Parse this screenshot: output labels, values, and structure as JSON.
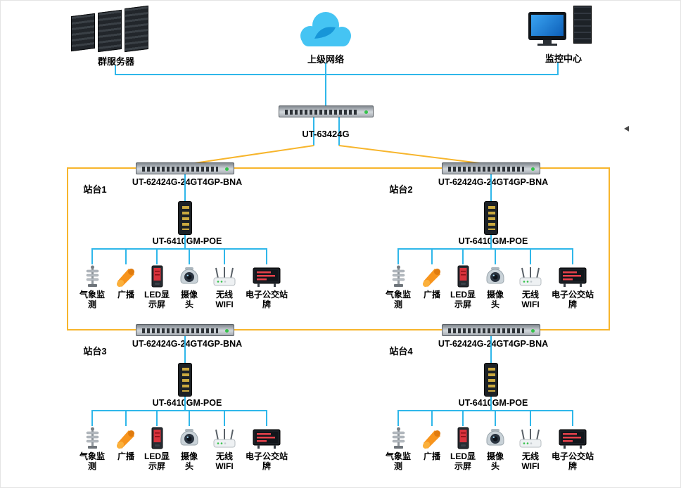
{
  "colors": {
    "link_cyan": "#2fb7ea",
    "ring_yellow": "#f7b52c",
    "speaker_orange": "#f7941d",
    "led_red": "#d8323c",
    "screen_blue": "#1a7fd4"
  },
  "top": {
    "servers_label": "群服务器",
    "cloud_label": "上级网络",
    "monitor_label": "监控中心",
    "core_switch_label": "UT-63424G"
  },
  "icons": {
    "cloud": "cloud-icon",
    "servers": "server-cluster-icon",
    "monitor": "monitor-center-icon",
    "weather": "weather-station-icon",
    "speaker": "broadcast-speaker-icon",
    "led": "led-display-icon",
    "camera": "dome-camera-icon",
    "wifi": "wifi-router-icon",
    "bus_sign": "bus-stop-sign-icon"
  },
  "stations": [
    {
      "name": "站台1",
      "switch_label": "UT-62424G-24GT4GP-BNA",
      "poe_label": "UT-6410GM-POE",
      "devices": [
        {
          "icon": "weather-station-icon",
          "label": "气象监\n测"
        },
        {
          "icon": "broadcast-speaker-icon",
          "label": "广播"
        },
        {
          "icon": "led-display-icon",
          "label": "LED显\n示屏"
        },
        {
          "icon": "dome-camera-icon",
          "label": "摄像\n头"
        },
        {
          "icon": "wifi-router-icon",
          "label": "无线\nWIFI"
        },
        {
          "icon": "bus-stop-sign-icon",
          "label": "电子公交站\n牌"
        }
      ]
    },
    {
      "name": "站台2",
      "switch_label": "UT-62424G-24GT4GP-BNA",
      "poe_label": "UT-6410GM-POE",
      "devices": [
        {
          "icon": "weather-station-icon",
          "label": "气象监\n测"
        },
        {
          "icon": "broadcast-speaker-icon",
          "label": "广播"
        },
        {
          "icon": "led-display-icon",
          "label": "LED显\n示屏"
        },
        {
          "icon": "dome-camera-icon",
          "label": "摄像\n头"
        },
        {
          "icon": "wifi-router-icon",
          "label": "无线\nWIFI"
        },
        {
          "icon": "bus-stop-sign-icon",
          "label": "电子公交站\n牌"
        }
      ]
    },
    {
      "name": "站台3",
      "switch_label": "UT-62424G-24GT4GP-BNA",
      "poe_label": "UT-6410GM-POE",
      "devices": [
        {
          "icon": "weather-station-icon",
          "label": "气象监\n测"
        },
        {
          "icon": "broadcast-speaker-icon",
          "label": "广播"
        },
        {
          "icon": "led-display-icon",
          "label": "LED显\n示屏"
        },
        {
          "icon": "dome-camera-icon",
          "label": "摄像\n头"
        },
        {
          "icon": "wifi-router-icon",
          "label": "无线\nWIFI"
        },
        {
          "icon": "bus-stop-sign-icon",
          "label": "电子公交站\n牌"
        }
      ]
    },
    {
      "name": "站台4",
      "switch_label": "UT-62424G-24GT4GP-BNA",
      "poe_label": "UT-6410GM-POE",
      "devices": [
        {
          "icon": "weather-station-icon",
          "label": "气象监\n测"
        },
        {
          "icon": "broadcast-speaker-icon",
          "label": "广播"
        },
        {
          "icon": "led-display-icon",
          "label": "LED显\n示屏"
        },
        {
          "icon": "dome-camera-icon",
          "label": "摄像\n头"
        },
        {
          "icon": "wifi-router-icon",
          "label": "无线\nWIFI"
        },
        {
          "icon": "bus-stop-sign-icon",
          "label": "电子公交站\n牌"
        }
      ]
    }
  ]
}
